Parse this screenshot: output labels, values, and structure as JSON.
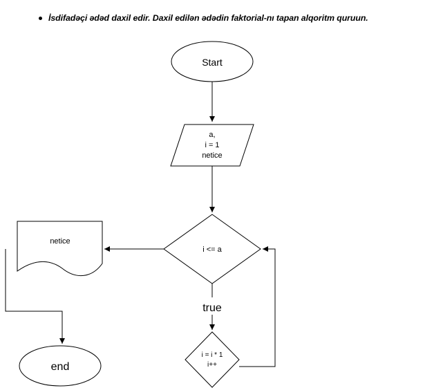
{
  "task": {
    "text": "İsdifadəçi ədəd daxil edir. Daxil edilən ədədin faktorial-nı tapan alqoritm quruun."
  },
  "flowchart": {
    "start_label": "Start",
    "input_lines": [
      "a,",
      "i = 1",
      "netice"
    ],
    "decision_label": "i <= a",
    "true_label": "true",
    "process_lines": [
      "i = i * 1",
      "i++"
    ],
    "output_label": "netice",
    "end_label": "end"
  }
}
